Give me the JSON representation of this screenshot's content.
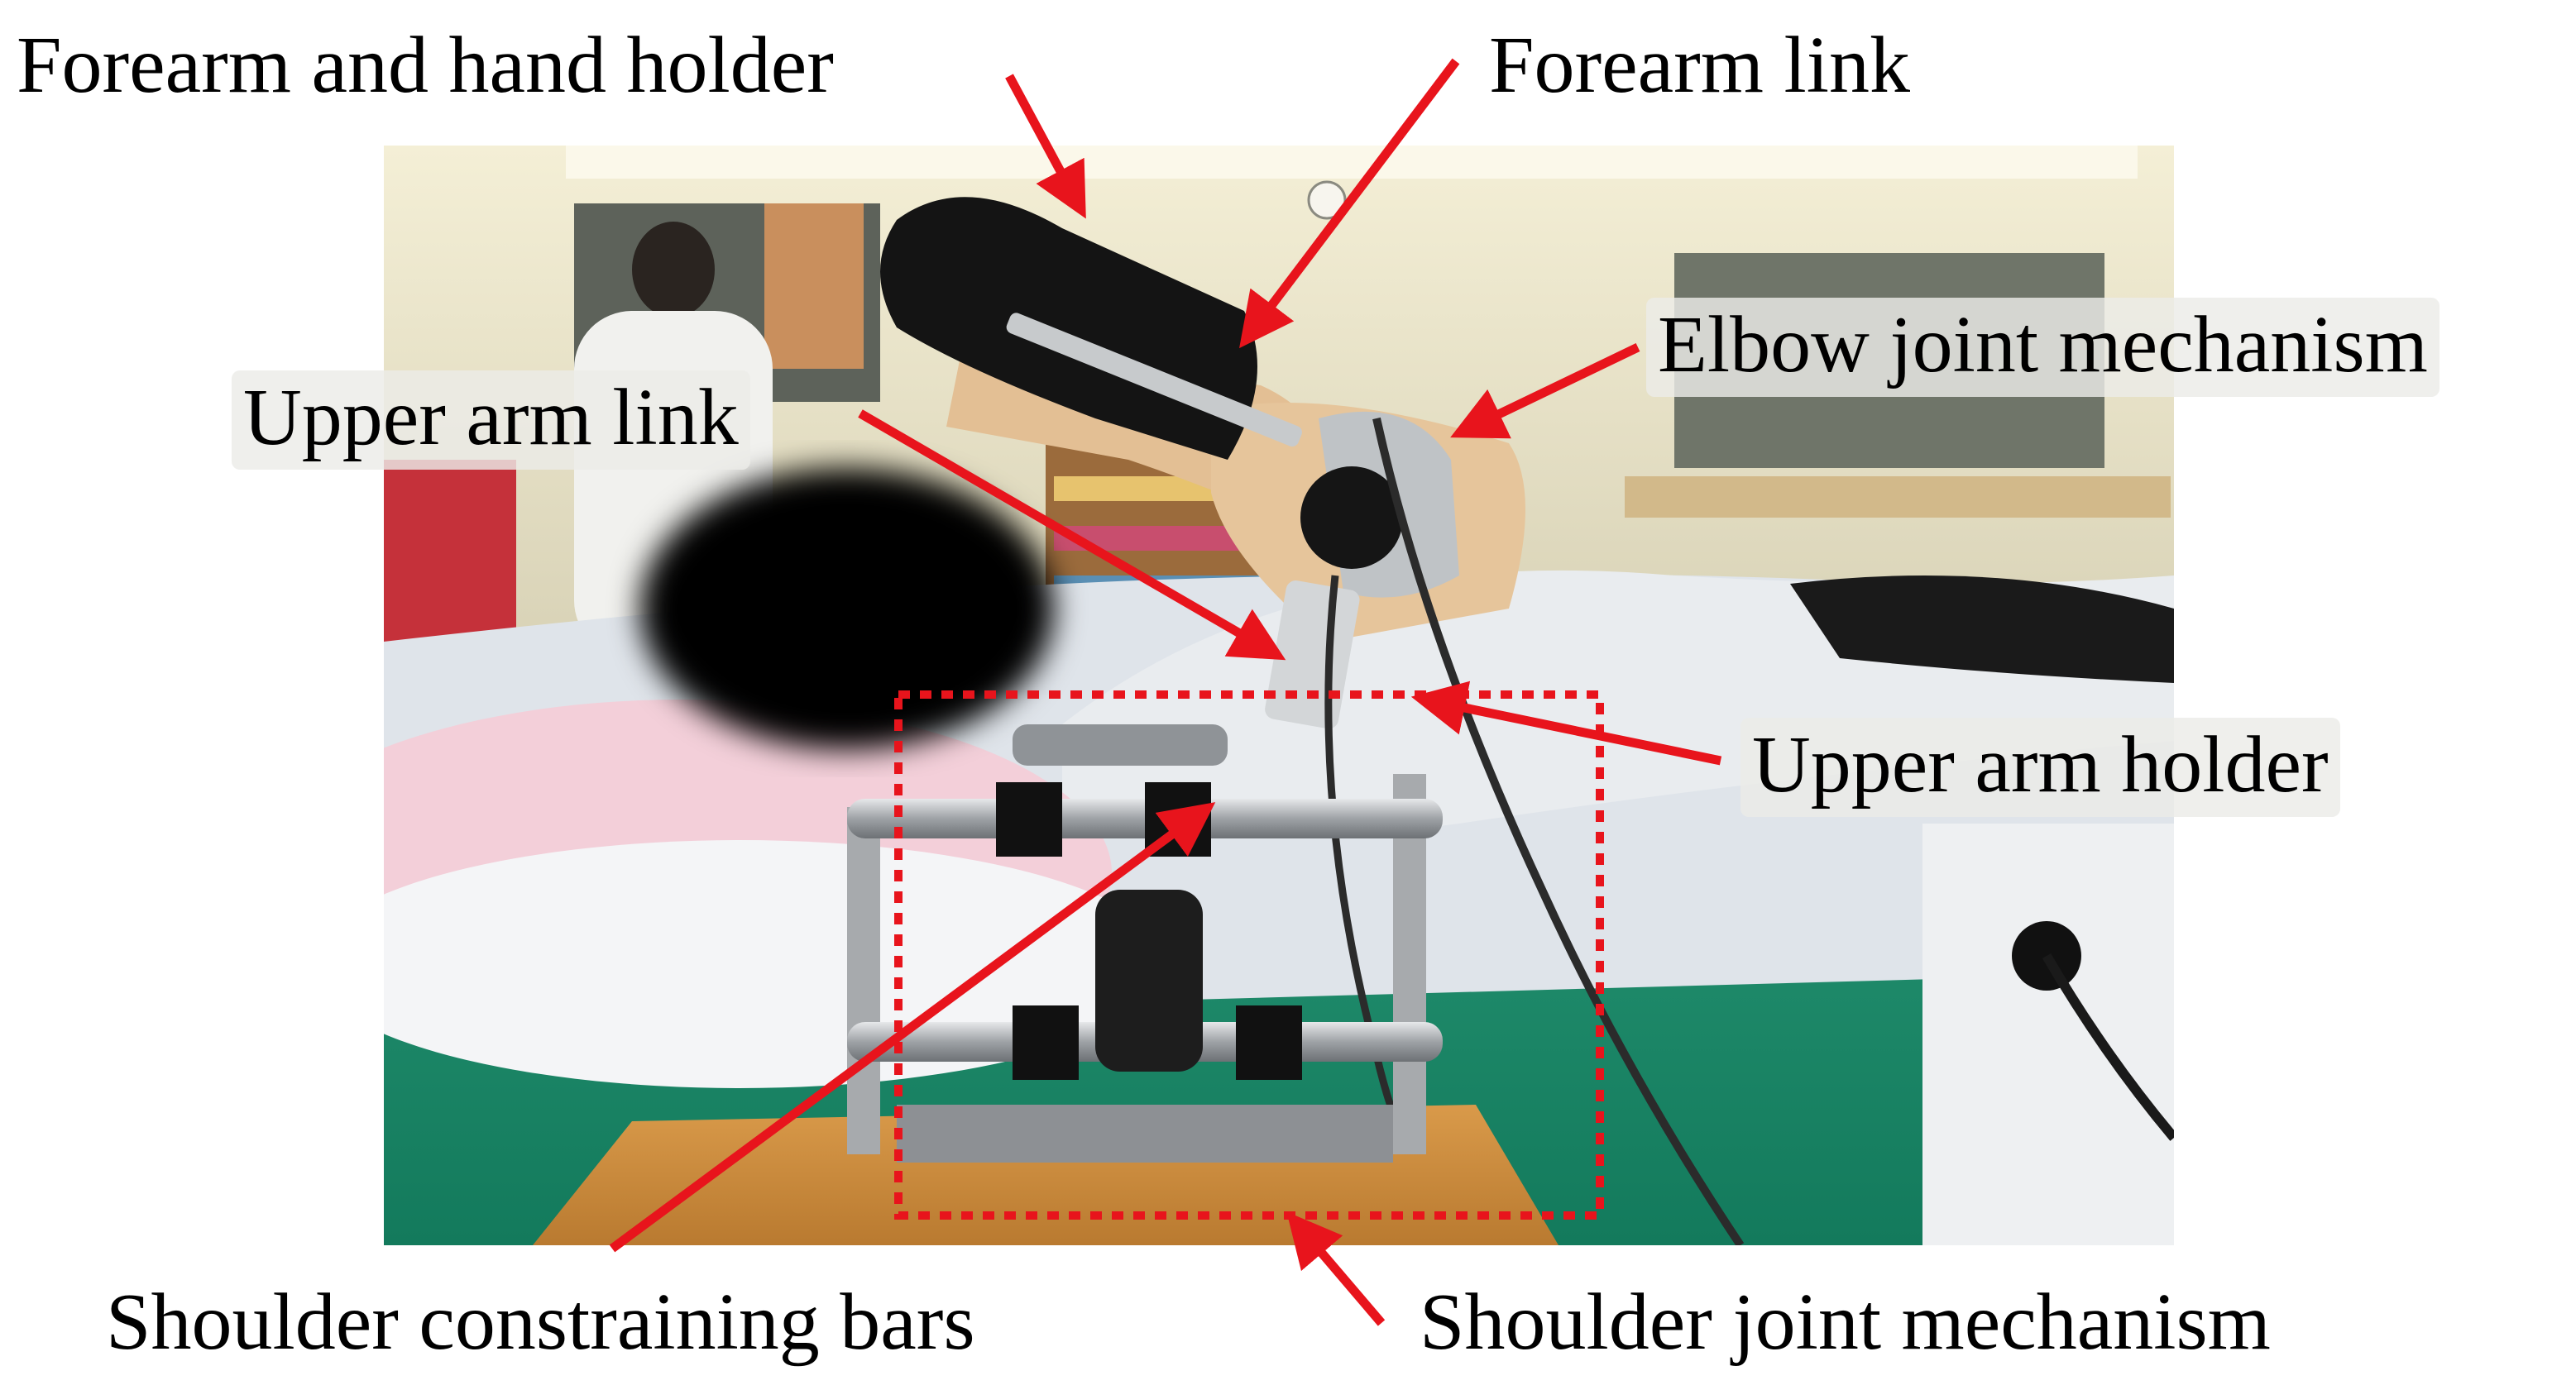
{
  "labels": {
    "forearm_hand_holder": "Forearm and hand holder",
    "forearm_link": "Forearm link",
    "elbow_joint_mechanism": "Elbow joint mechanism",
    "upper_arm_link": "Upper arm link",
    "upper_arm_holder": "Upper arm holder",
    "shoulder_constraining_bars": "Shoulder constraining bars",
    "shoulder_joint_mechanism": "Shoulder joint mechanism"
  },
  "colors": {
    "arrow": "#e8141c",
    "dashed_box": "#e8141c",
    "text": "#000000",
    "floor": "#1f8f6e",
    "wall": "#ece6c8",
    "sheet": "#dfe4ea",
    "pillow": "#f2c9d6",
    "metal": "#b9bcbf",
    "pad": "#111111"
  }
}
